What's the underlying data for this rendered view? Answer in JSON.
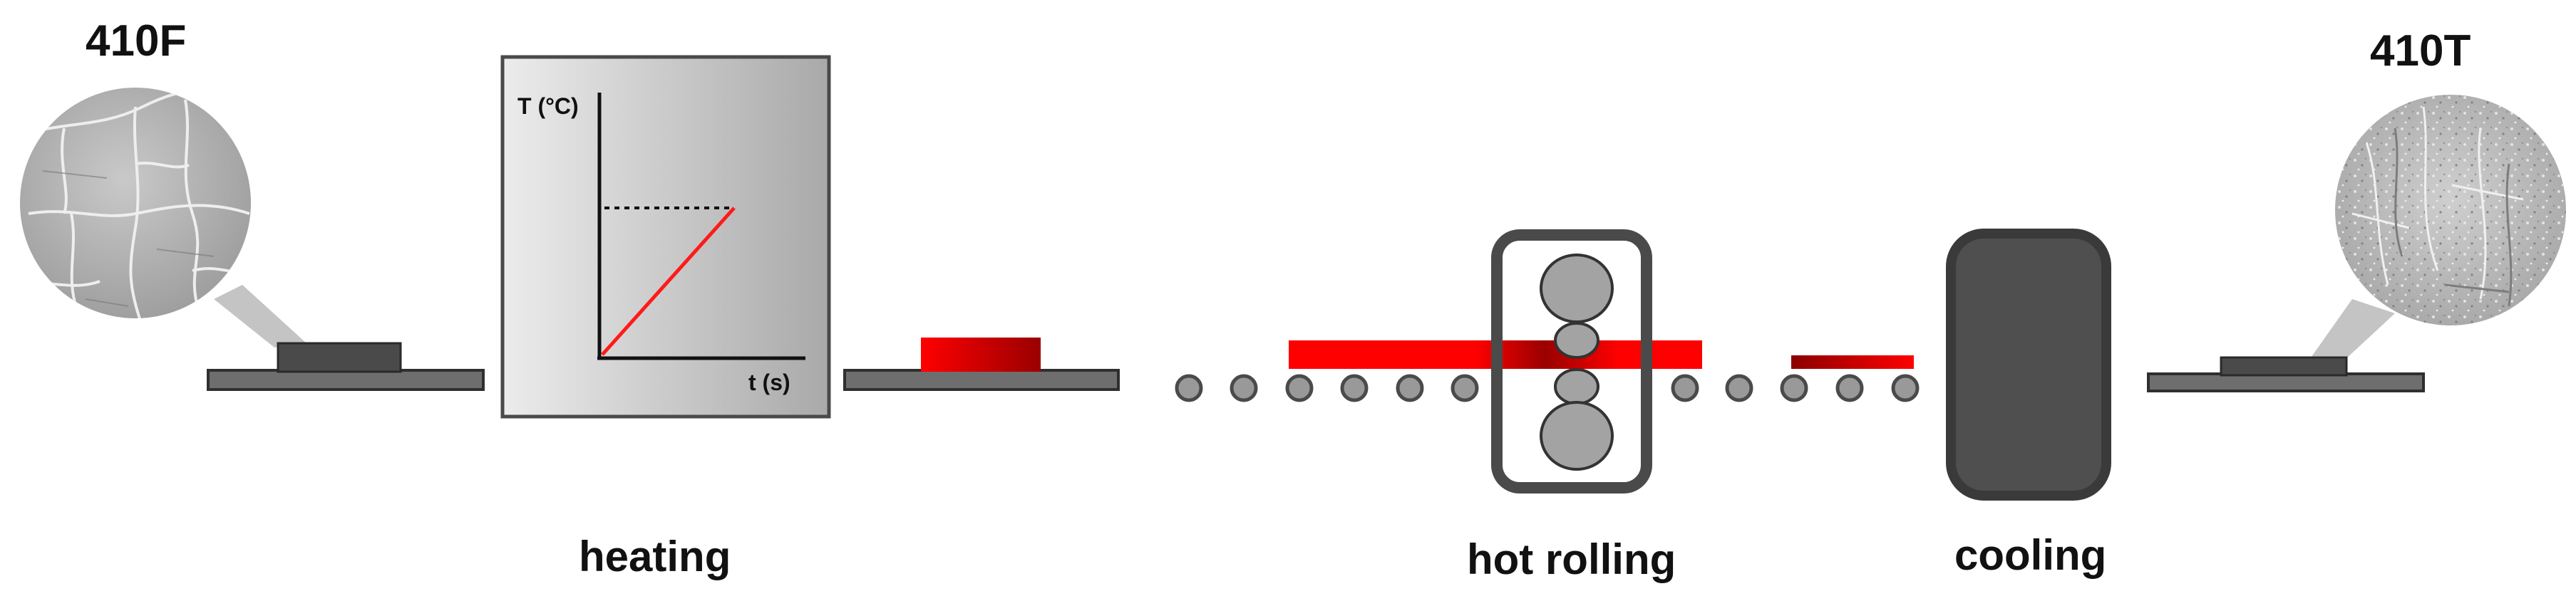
{
  "samples": {
    "initial": {
      "label": "410F"
    },
    "final": {
      "label": "410T"
    }
  },
  "steps": {
    "heating": "heating",
    "hot_rolling": "hot rolling",
    "cooling": "cooling"
  },
  "heating_chart": {
    "y_axis_label": "T (°C)",
    "x_axis_label": "t (s)"
  },
  "colors": {
    "steel_gray": "#4a4a4a",
    "plate_gray": "#6e6e6e",
    "hot_red": "#ff0000",
    "dark_red": "#8b0000",
    "roller_gray": "#999999"
  },
  "icons": {
    "initial_micrograph": "sem-micrograph-icon",
    "final_micrograph": "sem-micrograph-icon",
    "rolling_mill": "rolling-mill-icon",
    "cooling_chamber": "cooling-chamber-icon"
  }
}
